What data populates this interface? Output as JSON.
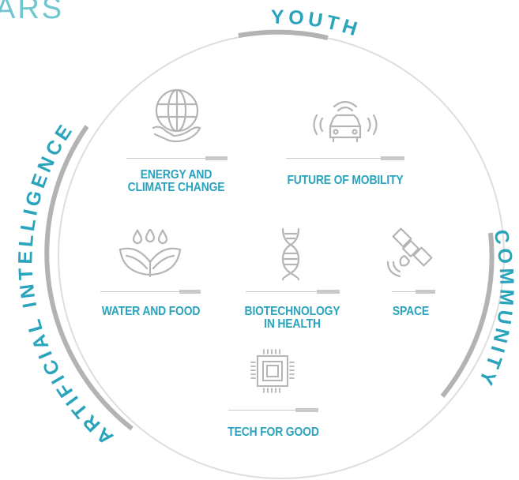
{
  "corner_title": "ARS",
  "pillars": {
    "top": "YOUTH",
    "left": "ARTIFICIAL INTELLIGENCE",
    "right": "COMMUNITY"
  },
  "topics": {
    "energy": {
      "line1": "ENERGY AND",
      "line2": "CLIMATE CHANGE",
      "icon": "globe-in-hand-icon"
    },
    "mobility": {
      "line1": "FUTURE OF MOBILITY",
      "icon": "connected-car-icon"
    },
    "water": {
      "line1": "WATER AND FOOD",
      "icon": "water-drops-plant-icon"
    },
    "biotech": {
      "line1": "BIOTECHNOLOGY",
      "line2": "IN HEALTH",
      "icon": "dna-helix-icon"
    },
    "space": {
      "line1": "SPACE",
      "icon": "satellite-icon"
    },
    "tech": {
      "line1": "TECH FOR GOOD",
      "icon": "microchip-icon"
    }
  },
  "colors": {
    "accent": "#2aa3bd",
    "icon": "#b5b5b5",
    "ring": "#dddddd",
    "ring_arc": "#b0b0b0"
  }
}
